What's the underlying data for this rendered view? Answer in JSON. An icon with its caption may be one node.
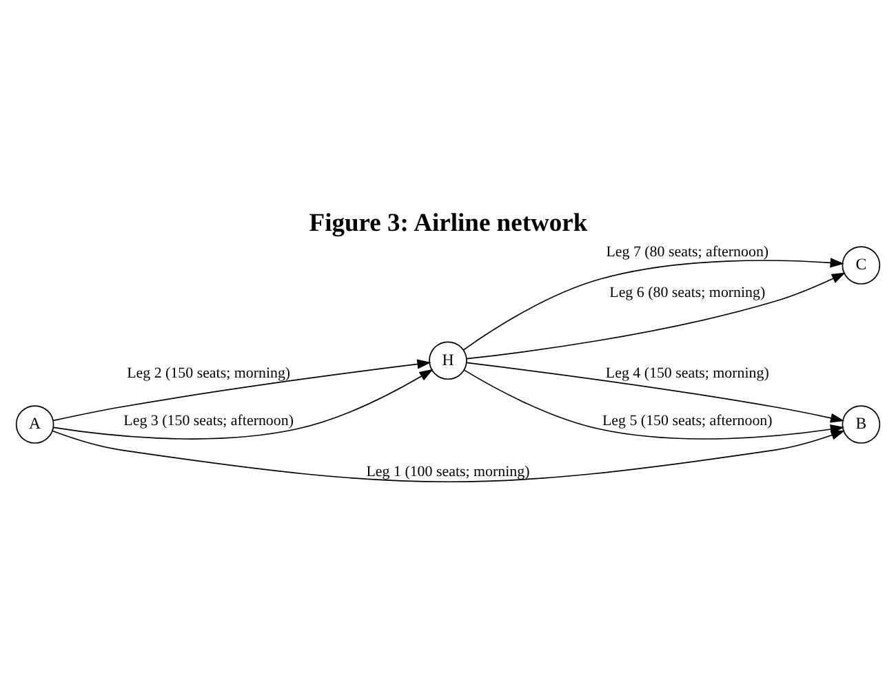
{
  "diagram": {
    "title": "Figure 3: Airline network",
    "nodes": [
      {
        "text": [
          "A"
        ]
      },
      {
        "text": [
          "H"
        ]
      },
      {
        "text": [
          "B"
        ]
      },
      {
        "text": [
          "C"
        ]
      }
    ],
    "edges": [
      {
        "from": 0,
        "to": 2,
        "arrow": "to",
        "label": "Leg 1 (100 seats; morning)"
      },
      {
        "from": 0,
        "to": 1,
        "arrow": "to",
        "label": "Leg 2 (150 seats; morning)"
      },
      {
        "from": 0,
        "to": 1,
        "arrow": "to",
        "label": "Leg 3 (150 seats; afternoon)"
      },
      {
        "from": 1,
        "to": 2,
        "arrow": "to",
        "label": "Leg 4 (150 seats; morning)"
      },
      {
        "from": 1,
        "to": 2,
        "arrow": "to",
        "label": "Leg 5 (150 seats; afternoon)"
      },
      {
        "from": 1,
        "to": 3,
        "arrow": "to",
        "label": "Leg 6 (80 seats; morning)"
      },
      {
        "from": 1,
        "to": 3,
        "arrow": "to",
        "label": "Leg 7 (80 seats; afternoon)"
      }
    ]
  }
}
